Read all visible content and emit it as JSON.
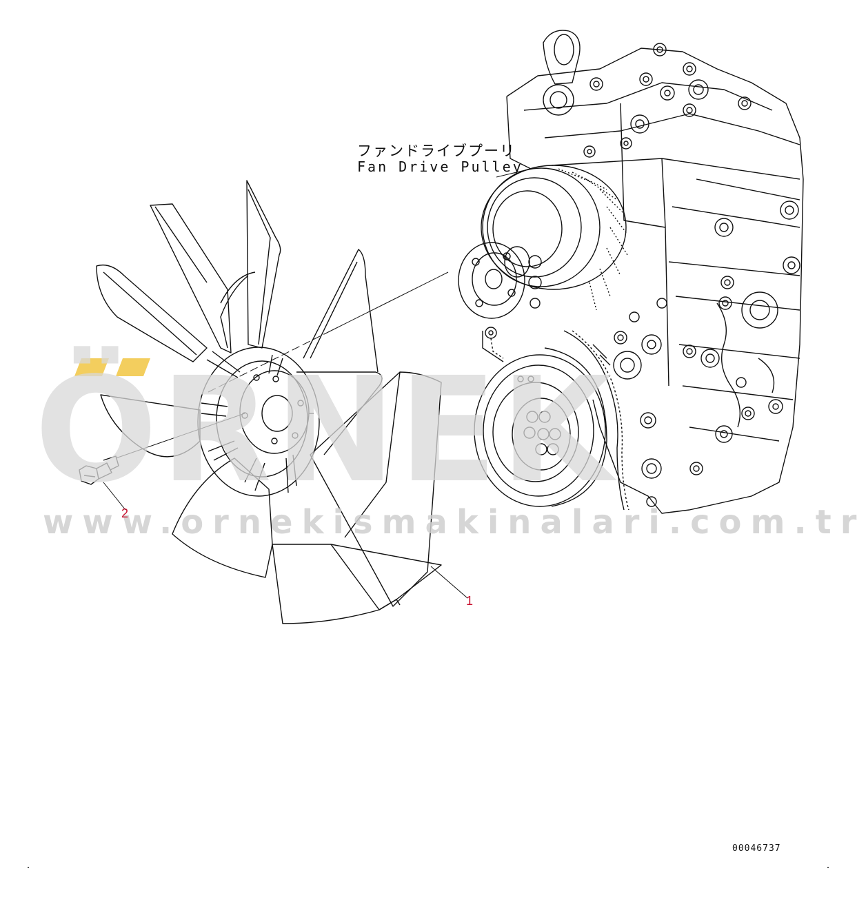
{
  "labels": {
    "fan_drive_pulley_jp": "ファンドライブプーリ",
    "fan_drive_pulley_en": "Fan Drive Pulley"
  },
  "callouts": [
    {
      "number": "1",
      "part": "fan"
    },
    {
      "number": "2",
      "part": "bolt"
    }
  ],
  "drawing_number": "00046737",
  "watermark": {
    "logo": "ÖRNEK",
    "url": "www.ornekismakinalari.com.tr"
  },
  "colors": {
    "line": "#111111",
    "callout": "#c8102e",
    "watermark_text": "#d9d9d9",
    "watermark_accent": "#f2c94c"
  }
}
